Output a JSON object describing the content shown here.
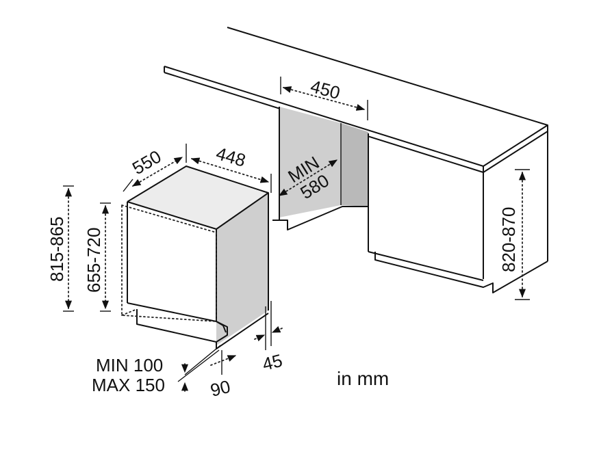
{
  "dimensions": {
    "cabinet_width": "450",
    "min_depth_label": "MIN",
    "min_depth_value": "580",
    "opening_height": "820-870",
    "depth": "550",
    "width": "448",
    "total_height": "815-865",
    "body_height": "655-720",
    "plinth_min": "MIN 100",
    "plinth_max": "MAX 150",
    "door_offset": "90",
    "side_gap": "45"
  },
  "unit_note": "in mm"
}
